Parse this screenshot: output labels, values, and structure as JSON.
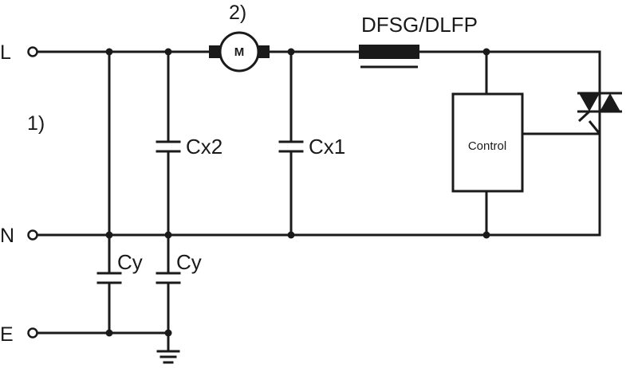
{
  "terminals": {
    "line": "L",
    "neutral": "N",
    "earth": "E"
  },
  "notes": {
    "note1": "1)",
    "note2": "2)"
  },
  "components": {
    "motor": "M",
    "choke": "DFSG/DLFP",
    "cx2": "Cx2",
    "cx1": "Cx1",
    "cy_left": "Cy",
    "cy_right": "Cy",
    "control": "Control"
  },
  "colors": {
    "wire": "#1a1a1a",
    "background": "#ffffff"
  }
}
